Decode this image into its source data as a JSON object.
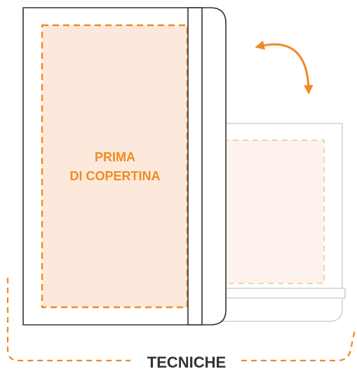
{
  "front_cover": {
    "label_line1": "PRIMA",
    "label_line2": "DI COPERTINA"
  },
  "bottom_label": "TECNICHE",
  "colors": {
    "accent": "#f08a24",
    "cover_fill": "#fde9dc",
    "back_cover_fill": "#fdf3ec",
    "back_dash": "#f6cfaa",
    "outline": "#333333",
    "back_outline": "#cfcfcf"
  },
  "icons": {
    "flip": "curved-double-arrow-icon"
  }
}
